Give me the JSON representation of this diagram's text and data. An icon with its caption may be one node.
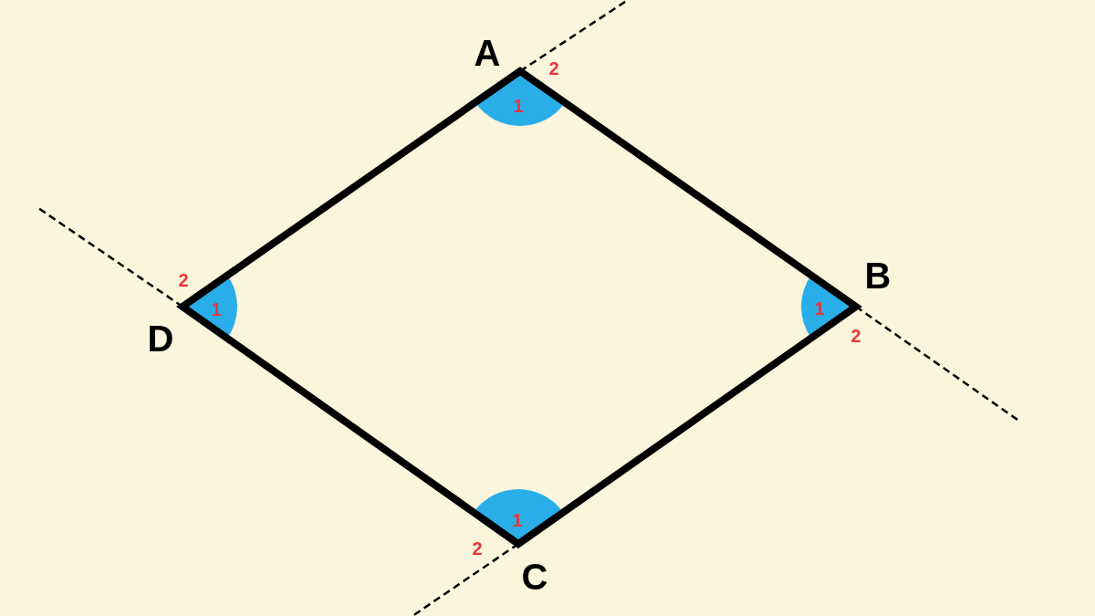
{
  "diagram": {
    "labels": [
      "A",
      "2",
      "1",
      "B",
      "2",
      "1",
      "1",
      "D",
      "2",
      "1",
      "2",
      "C"
    ]
  }
}
